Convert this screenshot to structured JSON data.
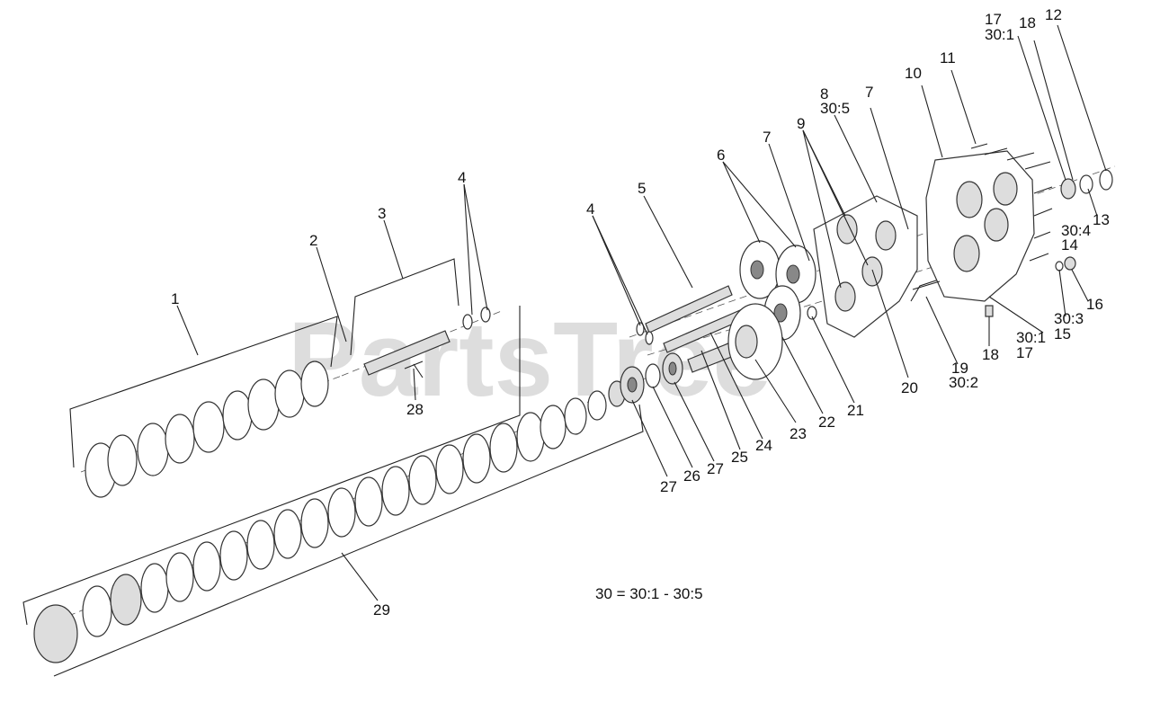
{
  "watermark": "PartsTree",
  "note": "30 = 30:1 - 30:5",
  "labels": {
    "l1": "1",
    "l2": "2",
    "l3": "3",
    "l4a": "4",
    "l4b": "4",
    "l5": "5",
    "l6": "6",
    "l7a": "7",
    "l7b": "7",
    "l8": "8",
    "l8b": "30:5",
    "l9": "9",
    "l10": "10",
    "l11": "11",
    "l12": "12",
    "l13": "13",
    "l14": "14",
    "l15": "15",
    "l16": "16",
    "l17a": "17",
    "l17b": "30:1",
    "l18a": "18",
    "l17c": "17",
    "l18b": "18",
    "l19": "19",
    "l19b": "30:2",
    "l20": "20",
    "l21": "21",
    "l22": "22",
    "l23": "23",
    "l24": "24",
    "l25": "25",
    "l26": "26",
    "l27a": "27",
    "l27b": "27",
    "l28": "28",
    "l29": "29",
    "l30a": "30:4",
    "l30b": "30:3",
    "l30c": "30:1"
  }
}
